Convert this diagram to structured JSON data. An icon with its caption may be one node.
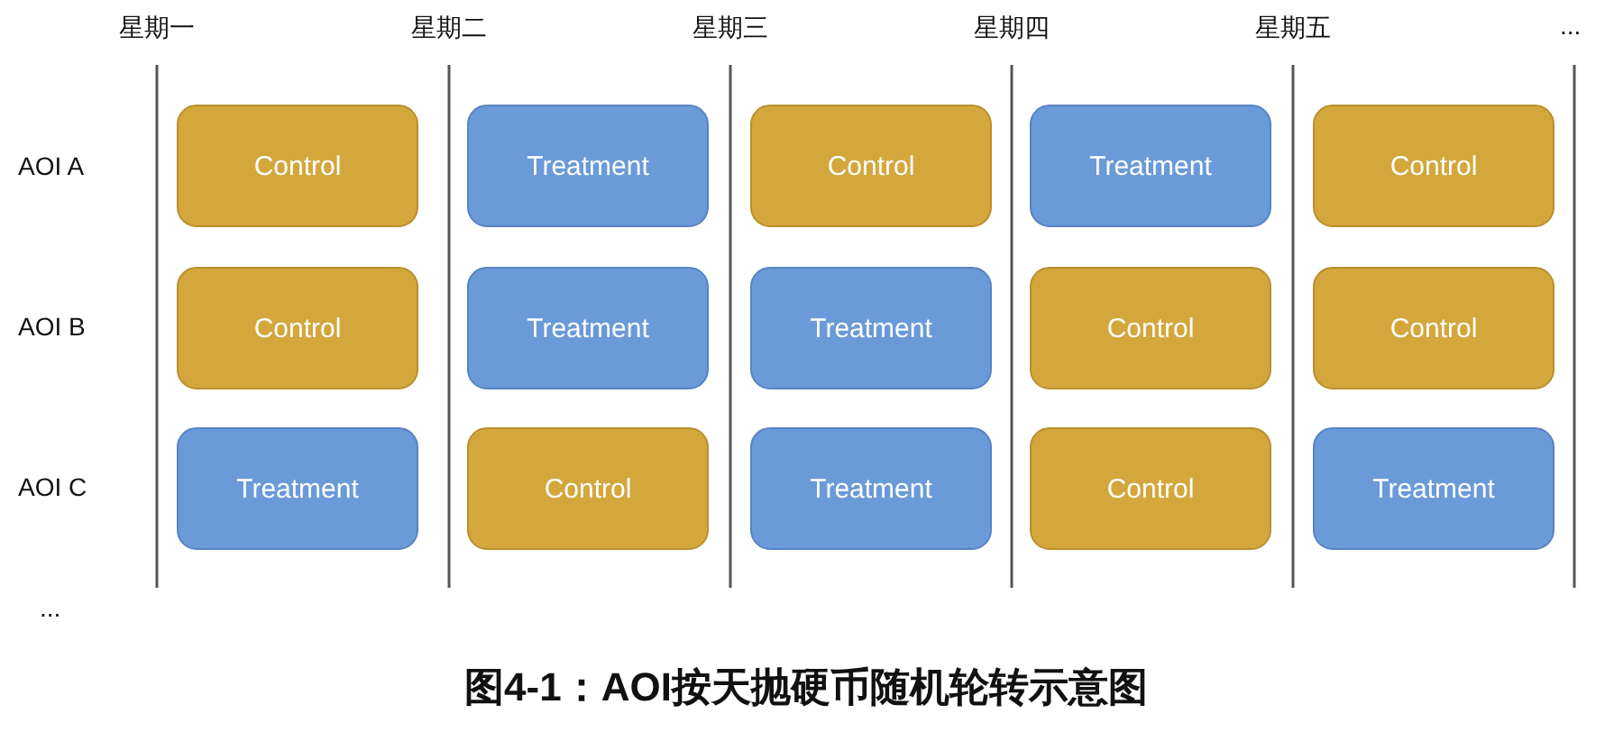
{
  "diagram": {
    "caption": "图4-1：AOI按天抛硬币随机轮转示意图",
    "nodes": [
      {
        "text": [
          "Control"
        ]
      },
      {
        "text": [
          "Treatment"
        ]
      },
      {
        "text": [
          "Control"
        ]
      },
      {
        "text": [
          "Treatment"
        ]
      },
      {
        "text": [
          "Control"
        ]
      },
      {
        "text": [
          "Control"
        ]
      },
      {
        "text": [
          "Treatment"
        ]
      },
      {
        "text": [
          "Treatment"
        ]
      },
      {
        "text": [
          "Control"
        ]
      },
      {
        "text": [
          "Control"
        ]
      },
      {
        "text": [
          "Treatment"
        ]
      },
      {
        "text": [
          "Control"
        ]
      },
      {
        "text": [
          "Treatment"
        ]
      },
      {
        "text": [
          "Control"
        ]
      },
      {
        "text": [
          "Treatment"
        ]
      }
    ],
    "labels": [
      "星期一",
      "星期二",
      "星期三",
      "星期四",
      "星期五",
      "...",
      "AOI A",
      "AOI B",
      "AOI C",
      "..."
    ]
  }
}
